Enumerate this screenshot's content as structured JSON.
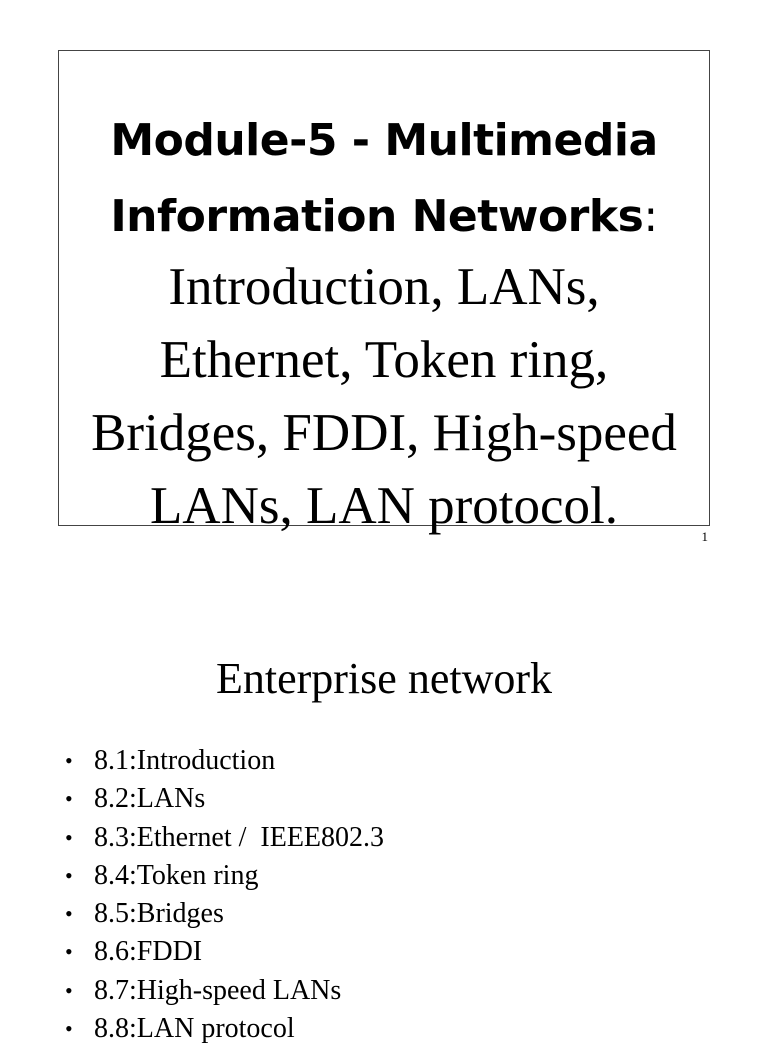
{
  "slide1": {
    "title_lines": [
      "Module-5 - Multimedia",
      "Information Networks"
    ],
    "title_colon": ":",
    "subtitle_lines": [
      "Introduction, LANs,",
      "Ethernet, Token ring,",
      "Bridges, FDDI, High-speed",
      "LANs, LAN protocol."
    ],
    "page_number": "1"
  },
  "slide2": {
    "title": "Enterprise network",
    "bullet_symbol": "•",
    "items": [
      "8.1:Introduction",
      "8.2:LANs",
      "8.3:Ethernet /  IEEE802.3",
      "8.4:Token ring",
      "8.5:Bridges",
      "8.6:FDDI",
      "8.7:High-speed LANs",
      "8.8:LAN protocol"
    ]
  }
}
